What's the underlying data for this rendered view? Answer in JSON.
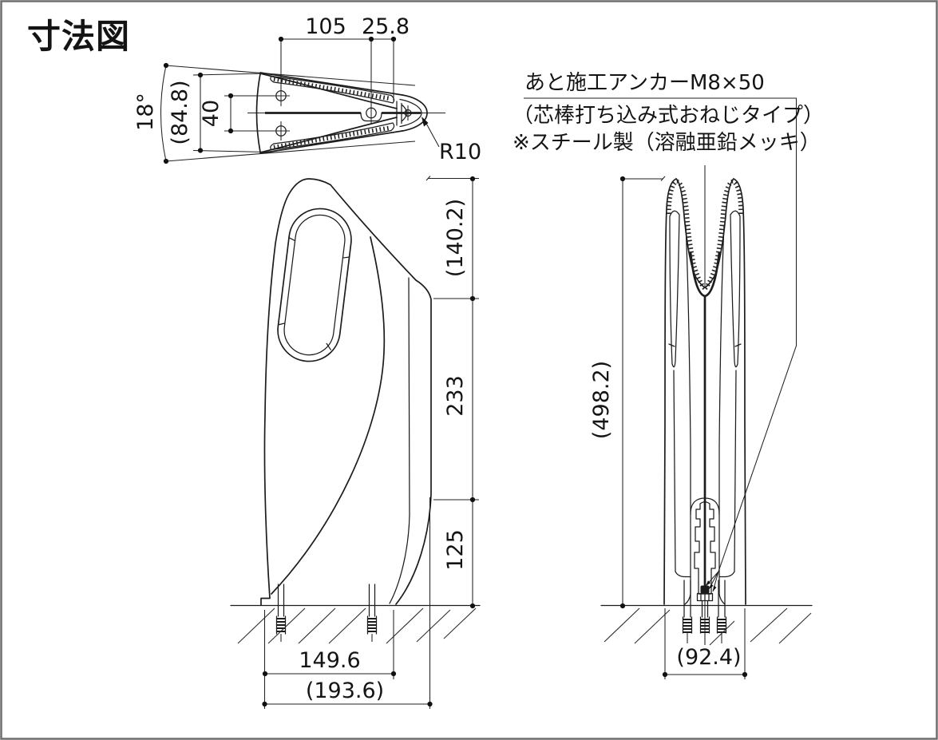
{
  "title": "寸法図",
  "annotation": {
    "line1": "あと施工アンカーM8×50",
    "line2": "（芯棒打ち込み式おねじタイプ）",
    "line3": "※スチール製（溶融亜鉛メッキ）"
  },
  "top_view": {
    "dim_105": "105",
    "dim_25_8": "25.8",
    "dim_angle": "18°",
    "dim_84_8": "(84.8)",
    "dim_40": "40",
    "dim_r10": "R10"
  },
  "side_view": {
    "dim_140_2": "(140.2)",
    "dim_233": "233",
    "dim_125": "125",
    "dim_149_6": "149.6",
    "dim_193_6": "(193.6)"
  },
  "front_view": {
    "dim_498_2": "(498.2)",
    "dim_92_4": "(92.4)"
  }
}
